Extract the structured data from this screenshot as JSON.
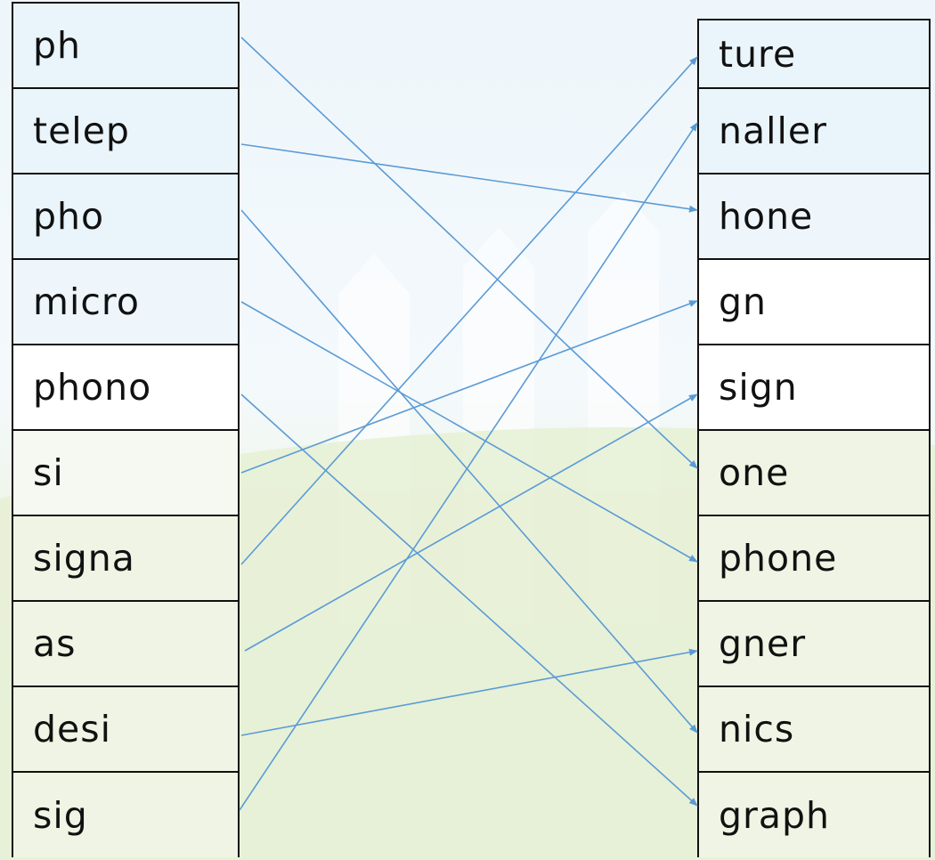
{
  "left_items": [
    "ph",
    "telep",
    "pho",
    "micro",
    "phono",
    "si",
    "signa",
    "as",
    "desi",
    "sig"
  ],
  "right_items": [
    "ture",
    "naller",
    "hone",
    "gn",
    "sign",
    "one",
    "phone",
    "gner",
    "nics",
    "graph"
  ],
  "connections": [
    {
      "from": 0,
      "to": 5
    },
    {
      "from": 1,
      "to": 2
    },
    {
      "from": 2,
      "to": 8
    },
    {
      "from": 3,
      "to": 6
    },
    {
      "from": 4,
      "to": 9
    },
    {
      "from": 5,
      "to": 3
    },
    {
      "from": 6,
      "to": 0
    },
    {
      "from": 7,
      "to": 4
    },
    {
      "from": 8,
      "to": 7
    },
    {
      "from": 9,
      "to": 1
    }
  ],
  "colors": {
    "line": "#5b9bd5",
    "border": "#111111",
    "text": "#111111"
  }
}
